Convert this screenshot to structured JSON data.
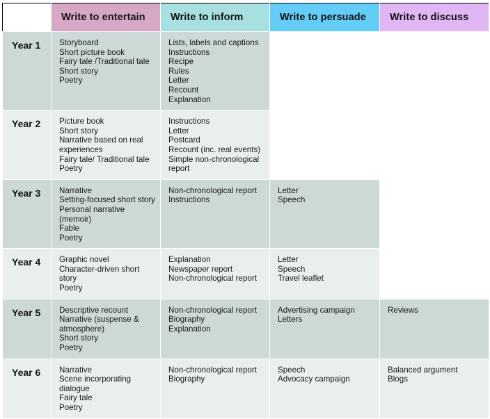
{
  "table": {
    "columns": [
      {
        "key": "year",
        "label": "",
        "accent": "#ffffff"
      },
      {
        "key": "entertain",
        "label": "Write to entertain",
        "accent": "#d7a8c6"
      },
      {
        "key": "inform",
        "label": "Write to inform",
        "accent": "#a8dfe1"
      },
      {
        "key": "persuade",
        "label": "Write to persuade",
        "accent": "#63ccf7"
      },
      {
        "key": "discuss",
        "label": "Write to discuss",
        "accent": "#e0b6f5"
      }
    ],
    "row_shade_dark": "#ccd9d7",
    "row_shade_light": "#e9eeee",
    "rows": [
      {
        "year": "Year 1",
        "entertain": [
          "Storyboard",
          "Short picture book",
          "Fairy tale /Traditional tale",
          "Short story",
          "Poetry"
        ],
        "inform": [
          "Lists, labels and captions",
          "Instructions",
          "Recipe",
          "Rules",
          "Letter",
          "Recount",
          "Explanation"
        ],
        "persuade": [],
        "discuss": []
      },
      {
        "year": "Year 2",
        "entertain": [
          "Picture book",
          "Short story",
          "Narrative based on real experiences",
          "Fairy tale/ Traditional tale",
          "Poetry"
        ],
        "inform": [
          "Instructions",
          "Letter",
          "Postcard",
          "Recount (inc. real events)",
          "Simple non-chronological report"
        ],
        "persuade": [],
        "discuss": []
      },
      {
        "year": "Year 3",
        "entertain": [
          "Narrative",
          "Setting-focused short story",
          "Personal narrative (memoir)",
          "Fable",
          "Poetry"
        ],
        "inform": [
          "Non-chronological report",
          "Instructions"
        ],
        "persuade": [
          "Letter",
          "Speech"
        ],
        "discuss": []
      },
      {
        "year": "Year 4",
        "entertain": [
          "Graphic novel",
          "Character-driven short story",
          "Poetry"
        ],
        "inform": [
          "Explanation",
          "Newspaper report",
          "Non-chronological report"
        ],
        "persuade": [
          "Letter",
          "Speech",
          "Travel leaflet"
        ],
        "discuss": []
      },
      {
        "year": "Year 5",
        "entertain": [
          "Descriptive recount",
          "Narrative (suspense & atmosphere)",
          "Short story",
          "Poetry"
        ],
        "inform": [
          "Non-chronological report",
          "Biography",
          "Explanation"
        ],
        "persuade": [
          "Advertising campaign",
          "Letters"
        ],
        "discuss": [
          "Reviews"
        ]
      },
      {
        "year": "Year 6",
        "entertain": [
          "Narrative",
          "Scene incorporating dialogue",
          "Fairy tale",
          "Poetry"
        ],
        "inform": [
          "Non-chronological report",
          "Biography"
        ],
        "persuade": [
          "Speech",
          "Advocacy campaign"
        ],
        "discuss": [
          "Balanced argument",
          "Blogs"
        ]
      }
    ]
  }
}
